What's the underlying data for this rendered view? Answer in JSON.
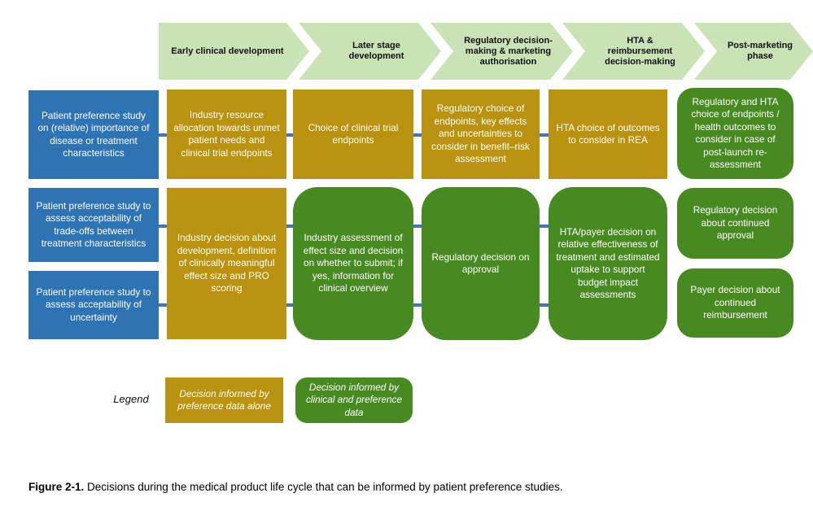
{
  "colors": {
    "blue": "#2E74B5",
    "gold": "#B9920F",
    "green": "#478A21",
    "light_green": "#C9E3B6",
    "connector": "#4472C4"
  },
  "phases": [
    {
      "label": "Early clinical development"
    },
    {
      "label": "Later stage development"
    },
    {
      "label": "Regulatory decision-making & marketing authorisation"
    },
    {
      "label": "HTA & reimbursement decision-making"
    },
    {
      "label": "Post-marketing phase"
    }
  ],
  "studies": [
    {
      "text": "Patient preference study on (relative) importance of disease or treatment characteristics"
    },
    {
      "text": "Patient preference study to assess acceptability of trade-offs between treatment characteristics"
    },
    {
      "text": "Patient preference study to assess acceptability of uncertainty"
    }
  ],
  "decisions": {
    "industry_resource": "Industry resource allocation towards unmet patient needs and clinical trial endpoints",
    "choice_endpoints": "Choice of clinical trial endpoints",
    "regulatory_choice": "Regulatory choice of endpoints, key effects and uncertainties to consider in benefit–risk assessment",
    "hta_choice": "HTA choice of outcomes to consider in REA",
    "reg_hta_choice": "Regulatory and HTA choice of endpoints / health outcomes to consider in case of post-launch re-assessment",
    "industry_decision": "Industry decision about development, definition of clinically meaningful effect size and PRO scoring",
    "industry_assessment": "Industry assessment of effect size and decision on whether to submit; if yes, information for clinical overview",
    "regulatory_approval": "Regulatory decision on approval",
    "hta_payer": "HTA/payer decision on relative effectiveness of treatment and estimated uptake to support budget impact assessments",
    "continued_approval": "Regulatory decision about continued approval",
    "continued_reimbursement": "Payer decision about continued reimbursement"
  },
  "legend": {
    "label": "Legend",
    "gold": "Decision informed by preference data alone",
    "green": "Decision informed by clinical and preference data"
  },
  "caption": {
    "prefix": "Figure 2-1.",
    "text": " Decisions during the medical product life cycle that can be informed by patient preference studies."
  }
}
